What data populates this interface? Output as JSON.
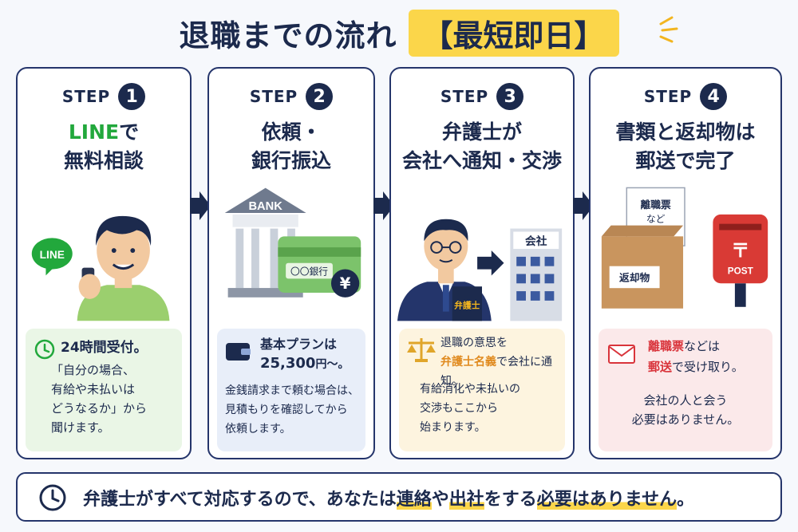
{
  "title": {
    "main": "退職までの流れ",
    "badge": "【最短即日】"
  },
  "steps": [
    {
      "step_word": "STEP",
      "number": "1",
      "title_green": "LINE",
      "title_rest": "で",
      "title_line2": "無料相談",
      "icon_label": "LINE",
      "info_heading": "24時間受付。",
      "info_lines": [
        "「自分の場合、",
        "有給や未払いは",
        "どうなるか」から",
        "聞けます。"
      ]
    },
    {
      "step_word": "STEP",
      "number": "2",
      "title_line1": "依頼・",
      "title_line2": "銀行振込",
      "bank_label": "BANK",
      "card_label": "〇〇銀行",
      "yen": "¥",
      "info_heading_1": "基本プランは",
      "info_heading_2": "25,300",
      "info_heading_unit": "円〜。",
      "info_lines": [
        "金銭請求まで頼む場合は、",
        "見積もりを確認してから",
        "依頼します。"
      ]
    },
    {
      "step_word": "STEP",
      "number": "3",
      "title_line1": "弁護士が",
      "title_line2": "会社へ通知・交渉",
      "book_label": "弁護士",
      "company_label": "会社",
      "info_line1": "退職の意思を",
      "info_emph": "弁護士名義",
      "info_line2_rest": "で会社に通知。",
      "info_lines": [
        "有給消化や未払いの",
        "交渉もここから",
        "始まります。"
      ]
    },
    {
      "step_word": "STEP",
      "number": "4",
      "title_line1": "書類と返却物は",
      "title_line2": "郵送で完了",
      "doc_line1": "離職票",
      "doc_line2": "など",
      "box_label": "返却物",
      "post_label": "POST",
      "post_mark": "〒",
      "info_emph1": "離職票",
      "info_rest1": "などは",
      "info_emph2": "郵送",
      "info_rest2": "で受け取り。",
      "info_lines": [
        "会社の人と会う",
        "必要はありません。"
      ]
    }
  ],
  "bottom": {
    "part1": "弁護士がすべて対応するので、あなたは",
    "hl1": "連絡",
    "part2": "や",
    "hl2": "出社",
    "part3": "をする",
    "hl3": "必要はありません",
    "part4": "。"
  },
  "colors": {
    "navy": "#1c2a4d",
    "line_green": "#22a83c",
    "accent_yellow": "#fbd64a",
    "emph_orange": "#e08a1e",
    "emph_red": "#d9343b",
    "post_red": "#d93a35"
  }
}
